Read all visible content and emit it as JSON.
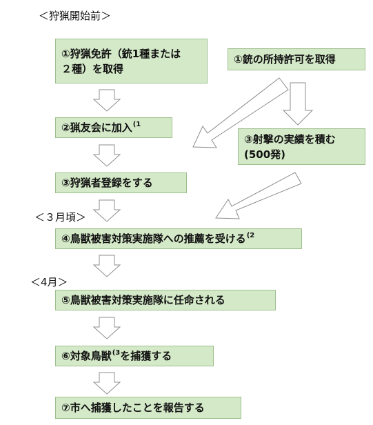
{
  "labels": {
    "before_start": "＜狩猟開始前＞",
    "march": "＜３月頃＞",
    "april": "＜4月＞"
  },
  "steps": {
    "s1_line1": "①狩猟免許（銃1種または",
    "s1_line2": "２種）を取得",
    "s2": "②猟友会に加入",
    "s2_note": "(1",
    "s3": "③狩猟者登録をする",
    "s4": "④鳥獣被害対策実施隊への推薦を受ける",
    "s4_note": "(2",
    "s5": "⑤鳥獣被害対策実施隊に任命される",
    "s6_pre": "⑥対象鳥獣",
    "s6_note": "(3",
    "s6_post": "を捕獲する",
    "s7": "⑦市へ捕獲したことを報告する"
  },
  "gun_path": {
    "g1": "①銃の所持許可を取得",
    "g2_line1": "③射撃の実績を積む",
    "g2_line2": "(500発)"
  }
}
